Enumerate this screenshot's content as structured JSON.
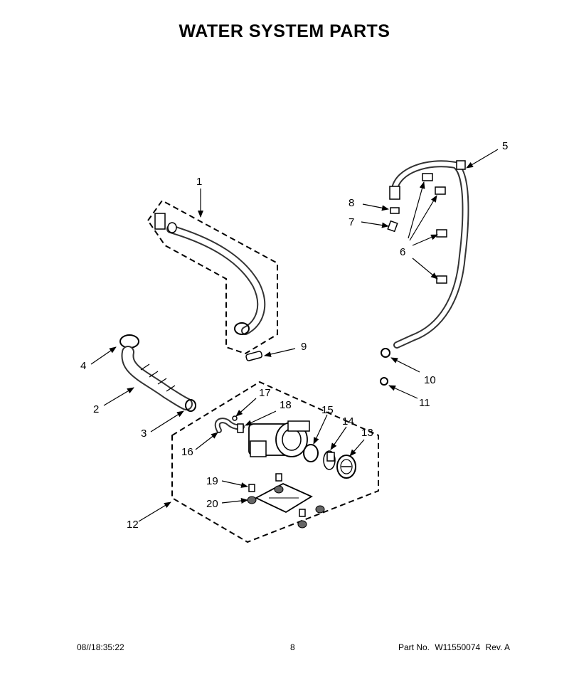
{
  "page": {
    "title": "WATER SYSTEM PARTS"
  },
  "callouts": [
    "1",
    "2",
    "3",
    "4",
    "5",
    "6",
    "7",
    "8",
    "9",
    "10",
    "11",
    "12",
    "13",
    "14",
    "15",
    "16",
    "17",
    "18",
    "19",
    "20"
  ],
  "footer": {
    "date": "08//18:35:22",
    "page_number": "8",
    "part_label": "Part No.",
    "part_number": "W11550074",
    "revision": "Rev. A"
  }
}
